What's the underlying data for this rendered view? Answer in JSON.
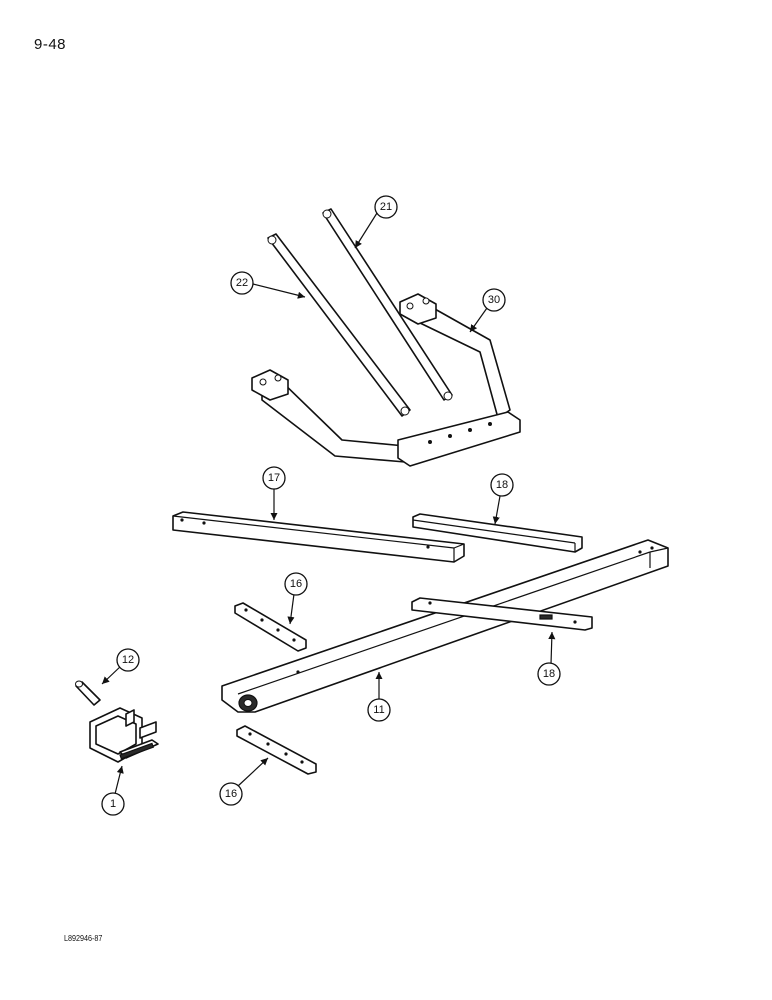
{
  "page": {
    "number": "9-48",
    "reference_code": "L892946-87"
  },
  "callouts": {
    "c21": "21",
    "c22": "22",
    "c30": "30",
    "c17": "17",
    "c18_upper": "18",
    "c16_upper": "16",
    "c12": "12",
    "c11": "11",
    "c18_lower": "18",
    "c1": "1",
    "c16_lower": "16"
  }
}
